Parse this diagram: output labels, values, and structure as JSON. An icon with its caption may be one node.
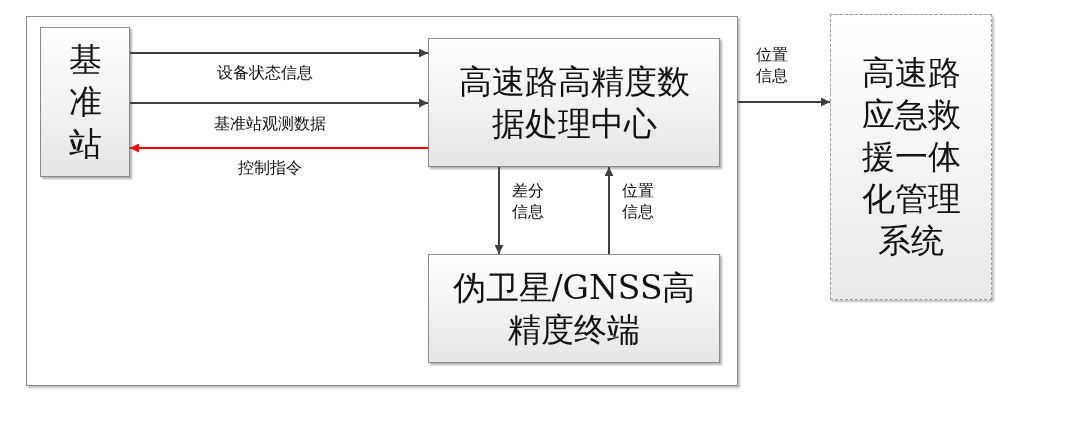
{
  "diagram": {
    "nodes": [
      {
        "text": [],
        "shape": "box"
      },
      {
        "text": [
          "基准站"
        ],
        "in": 0
      },
      {
        "text": [
          "高速路高精度数据处理中心"
        ],
        "in": 0
      },
      {
        "text": [
          "伪卫星/GNSS高精度终端"
        ],
        "in": 0
      },
      {
        "text": [
          "高速路应急救援一体化管理系统"
        ]
      }
    ],
    "edges": [
      {
        "from": 1,
        "to": 2,
        "arrow": "to",
        "label": "设备状态信息"
      },
      {
        "from": 1,
        "to": 2,
        "arrow": "to",
        "label": "基准站观测数据"
      },
      {
        "from": 2,
        "to": 1,
        "arrow": "to",
        "label": "控制指令",
        "color": "#ff0000"
      },
      {
        "from": 2,
        "to": 3,
        "arrow": "to",
        "label": "差分信息"
      },
      {
        "from": 3,
        "to": 2,
        "arrow": "to",
        "label": "位置信息"
      },
      {
        "from": 0,
        "to": 4,
        "arrow": "to",
        "label": "位置信息"
      }
    ]
  }
}
